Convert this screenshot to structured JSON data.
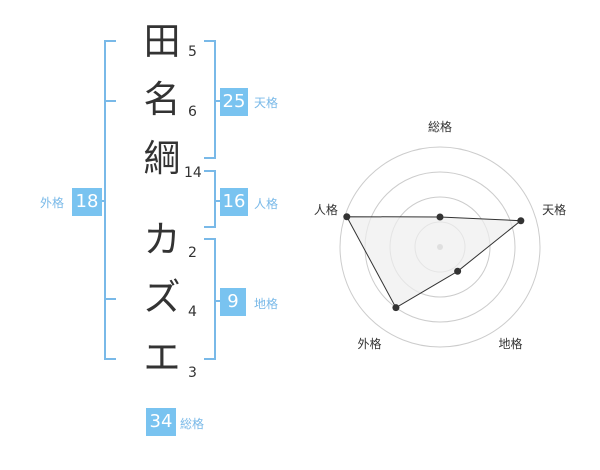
{
  "name": {
    "characters": [
      {
        "char": "田",
        "strokes": "5"
      },
      {
        "char": "名",
        "strokes": "6"
      },
      {
        "char": "綱",
        "strokes": "14"
      },
      {
        "char": "カ",
        "strokes": "2"
      },
      {
        "char": "ズ",
        "strokes": "4"
      },
      {
        "char": "エ",
        "strokes": "3"
      }
    ]
  },
  "fortunes": {
    "tenkaku": {
      "label": "天格",
      "value": "25"
    },
    "jinkaku": {
      "label": "人格",
      "value": "16"
    },
    "chikaku": {
      "label": "地格",
      "value": "9"
    },
    "gaikaku": {
      "label": "外格",
      "value": "18"
    },
    "soukaku": {
      "label": "総格",
      "value": "34"
    }
  },
  "radar": {
    "axes": [
      "総格",
      "天格",
      "地格",
      "外格",
      "人格"
    ],
    "values": [
      0.3,
      0.85,
      0.3,
      0.75,
      0.98
    ],
    "max": 1,
    "rings": 4,
    "line_color": "#333333",
    "fill_color": "#eeeeee",
    "grid_color": "#cccccc"
  },
  "colors": {
    "accent": "#79c3f0",
    "bracket": "#79b9e8",
    "text": "#333333"
  }
}
